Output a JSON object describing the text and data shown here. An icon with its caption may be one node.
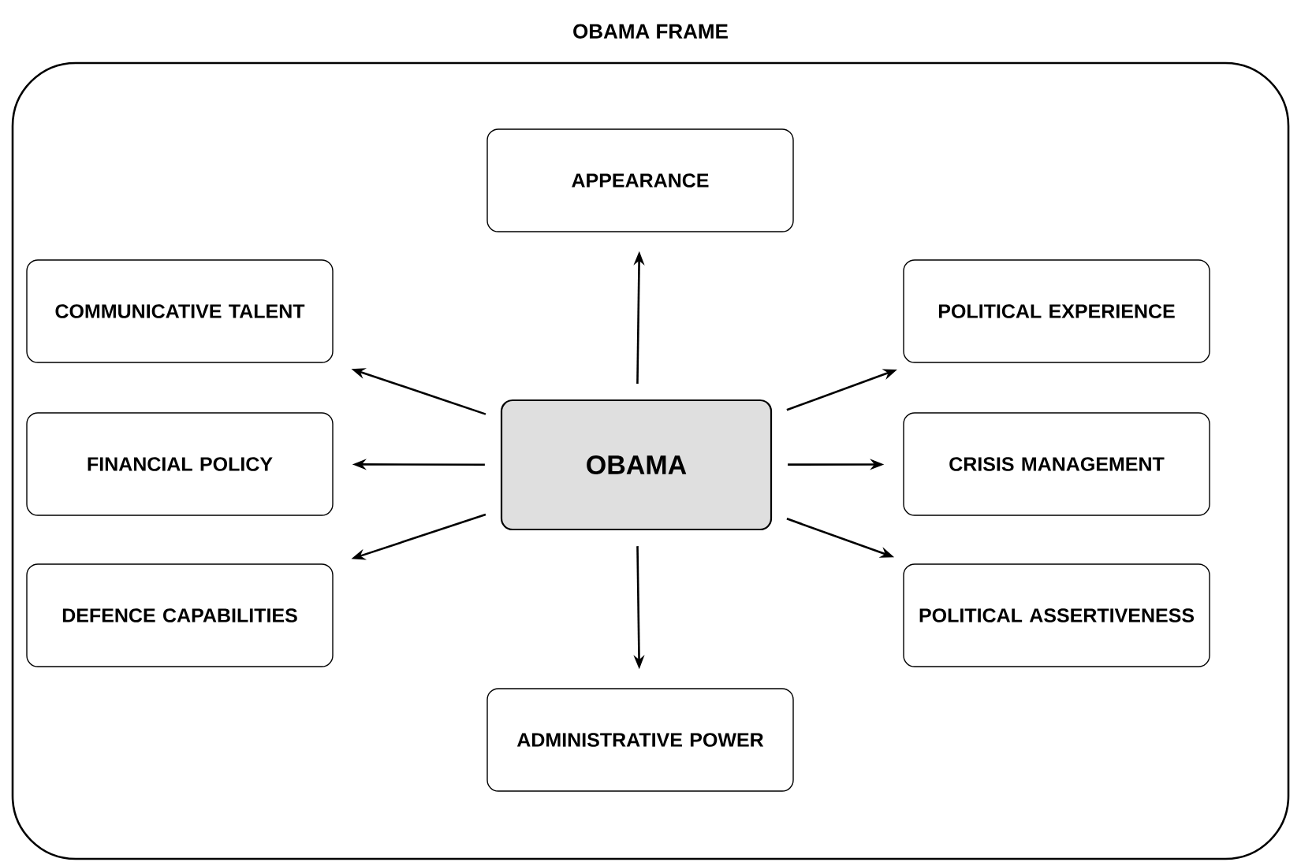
{
  "diagram": {
    "nodes": [
      {
        "text": [
          "OBAMA FRAME"
        ]
      },
      {
        "text": [
          "APPEARANCE"
        ],
        "in": 0
      },
      {
        "text": [
          "COMMUNICATIVE TALENT"
        ],
        "in": 0
      },
      {
        "text": [
          "POLITICAL EXPERIENCE"
        ],
        "in": 0
      },
      {
        "text": [
          "FINANCIAL POLICY"
        ],
        "in": 0
      },
      {
        "text": [
          "OBAMA"
        ],
        "in": 0
      },
      {
        "text": [
          "CRISIS MANAGEMENT"
        ],
        "in": 0
      },
      {
        "text": [
          "DEFENCE CAPABILITIES"
        ],
        "in": 0
      },
      {
        "text": [
          "POLITICAL ASSERTIVENESS"
        ],
        "in": 0
      },
      {
        "text": [
          "ADMINISTRATIVE POWER"
        ],
        "in": 0
      }
    ],
    "edges": [
      {
        "from": 5,
        "to": 1,
        "arrow": "to"
      },
      {
        "from": 5,
        "to": 2,
        "arrow": "to"
      },
      {
        "from": 5,
        "to": 3,
        "arrow": "to"
      },
      {
        "from": 5,
        "to": 4,
        "arrow": "to"
      },
      {
        "from": 5,
        "to": 6,
        "arrow": "to"
      },
      {
        "from": 5,
        "to": 7,
        "arrow": "to"
      },
      {
        "from": 5,
        "to": 8,
        "arrow": "to"
      },
      {
        "from": 5,
        "to": 9,
        "arrow": "to"
      }
    ]
  }
}
